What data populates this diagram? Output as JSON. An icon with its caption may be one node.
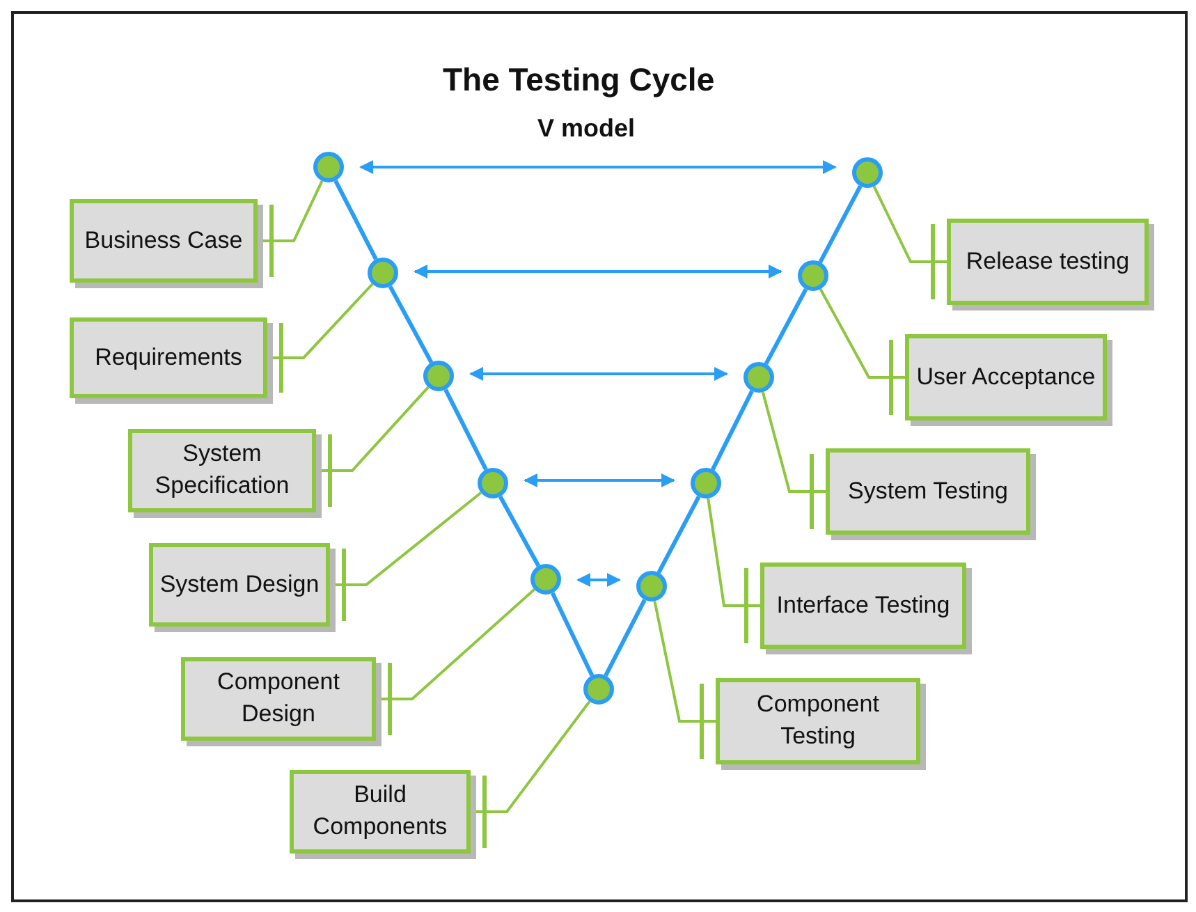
{
  "diagram": {
    "title": "The Testing Cycle",
    "nodes": [
      {
        "text": [
          "Business Case"
        ]
      },
      {
        "text": [
          "Requirements"
        ]
      },
      {
        "text": [
          "System Specification"
        ]
      },
      {
        "text": [
          "System Design"
        ]
      },
      {
        "text": [
          "Component Design"
        ]
      },
      {
        "text": [
          "Build Components"
        ]
      },
      {
        "text": [
          "Release testing"
        ]
      },
      {
        "text": [
          "User Acceptance"
        ]
      },
      {
        "text": [
          "System Testing"
        ]
      },
      {
        "text": [
          "Interface Testing"
        ]
      },
      {
        "text": [
          "Component Testing"
        ]
      },
      {
        "text": [],
        "shape": "circle"
      },
      {
        "text": [],
        "shape": "circle"
      },
      {
        "text": [],
        "shape": "circle"
      },
      {
        "text": [],
        "shape": "circle"
      },
      {
        "text": [],
        "shape": "circle"
      },
      {
        "text": [],
        "shape": "circle"
      },
      {
        "text": [],
        "shape": "circle"
      },
      {
        "text": [],
        "shape": "circle"
      },
      {
        "text": [],
        "shape": "circle"
      },
      {
        "text": [],
        "shape": "circle"
      },
      {
        "text": [],
        "shape": "circle"
      }
    ],
    "edges": [
      {
        "from": 0,
        "to": 11,
        "arrow": "none",
        "color": "#8dc63f"
      },
      {
        "from": 1,
        "to": 12,
        "arrow": "none",
        "color": "#8dc63f"
      },
      {
        "from": 2,
        "to": 13,
        "arrow": "none",
        "color": "#8dc63f"
      },
      {
        "from": 3,
        "to": 14,
        "arrow": "none",
        "color": "#8dc63f"
      },
      {
        "from": 4,
        "to": 15,
        "arrow": "none",
        "color": "#8dc63f"
      },
      {
        "from": 5,
        "to": 16,
        "arrow": "none",
        "color": "#8dc63f"
      },
      {
        "from": 6,
        "to": 21,
        "arrow": "none",
        "color": "#8dc63f"
      },
      {
        "from": 7,
        "to": 20,
        "arrow": "none",
        "color": "#8dc63f"
      },
      {
        "from": 8,
        "to": 19,
        "arrow": "none",
        "color": "#8dc63f"
      },
      {
        "from": 9,
        "to": 18,
        "arrow": "none",
        "color": "#8dc63f"
      },
      {
        "from": 10,
        "to": 17,
        "arrow": "none",
        "color": "#8dc63f"
      },
      {
        "from": 11,
        "to": 12,
        "arrow": "none"
      },
      {
        "from": 12,
        "to": 13,
        "arrow": "none"
      },
      {
        "from": 13,
        "to": 14,
        "arrow": "none"
      },
      {
        "from": 14,
        "to": 15,
        "arrow": "none"
      },
      {
        "from": 15,
        "to": 16,
        "arrow": "none"
      },
      {
        "from": 16,
        "to": 17,
        "arrow": "none"
      },
      {
        "from": 17,
        "to": 18,
        "arrow": "none"
      },
      {
        "from": 18,
        "to": 19,
        "arrow": "none"
      },
      {
        "from": 19,
        "to": 20,
        "arrow": "none"
      },
      {
        "from": 20,
        "to": 21,
        "arrow": "none"
      },
      {
        "from": 11,
        "to": 21,
        "arrow": "both"
      },
      {
        "from": 12,
        "to": 20,
        "arrow": "both"
      },
      {
        "from": 13,
        "to": 19,
        "arrow": "both"
      },
      {
        "from": 14,
        "to": 18,
        "arrow": "both"
      },
      {
        "from": 15,
        "to": 17,
        "arrow": "both"
      }
    ],
    "labels": [
      "V model"
    ]
  }
}
